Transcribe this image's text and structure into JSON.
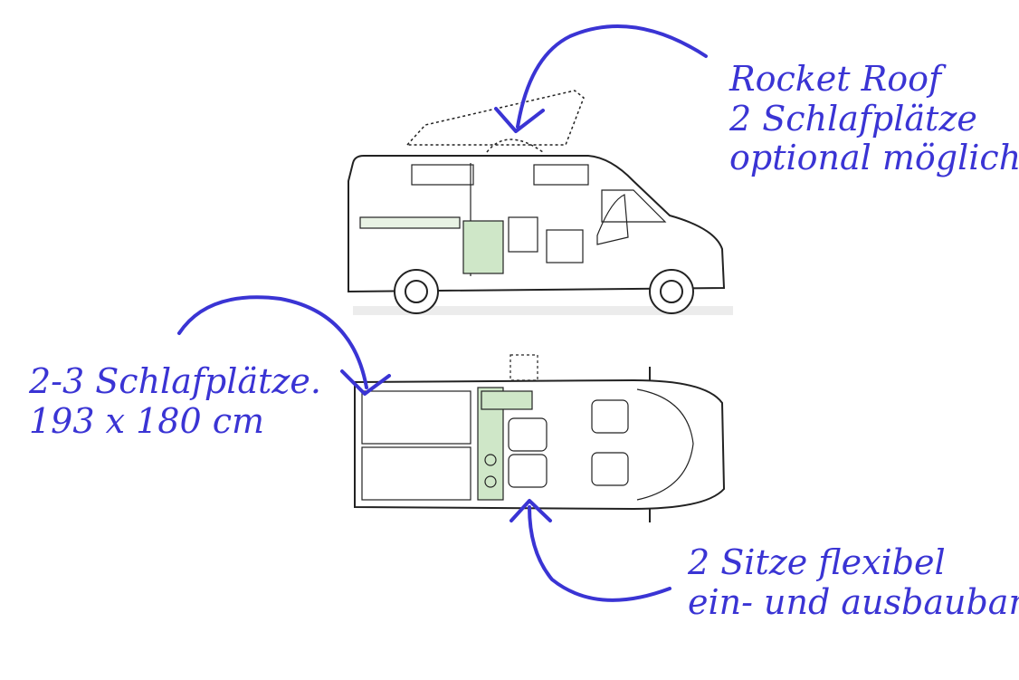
{
  "annotations": {
    "rocket_roof": {
      "line1": "Rocket Roof",
      "line2": "2 Schlafplätze",
      "line3": "optional möglich"
    },
    "sleeping": {
      "line1": "2-3 Schlafplätze.",
      "line2": "193 x 180 cm"
    },
    "seats": {
      "line1": "2 Sitze flexibel",
      "line2": "ein- und ausbaubar"
    }
  },
  "colors": {
    "annotation": "#3a34d4",
    "outline": "#222222",
    "highlight": "#cfe7c8"
  }
}
